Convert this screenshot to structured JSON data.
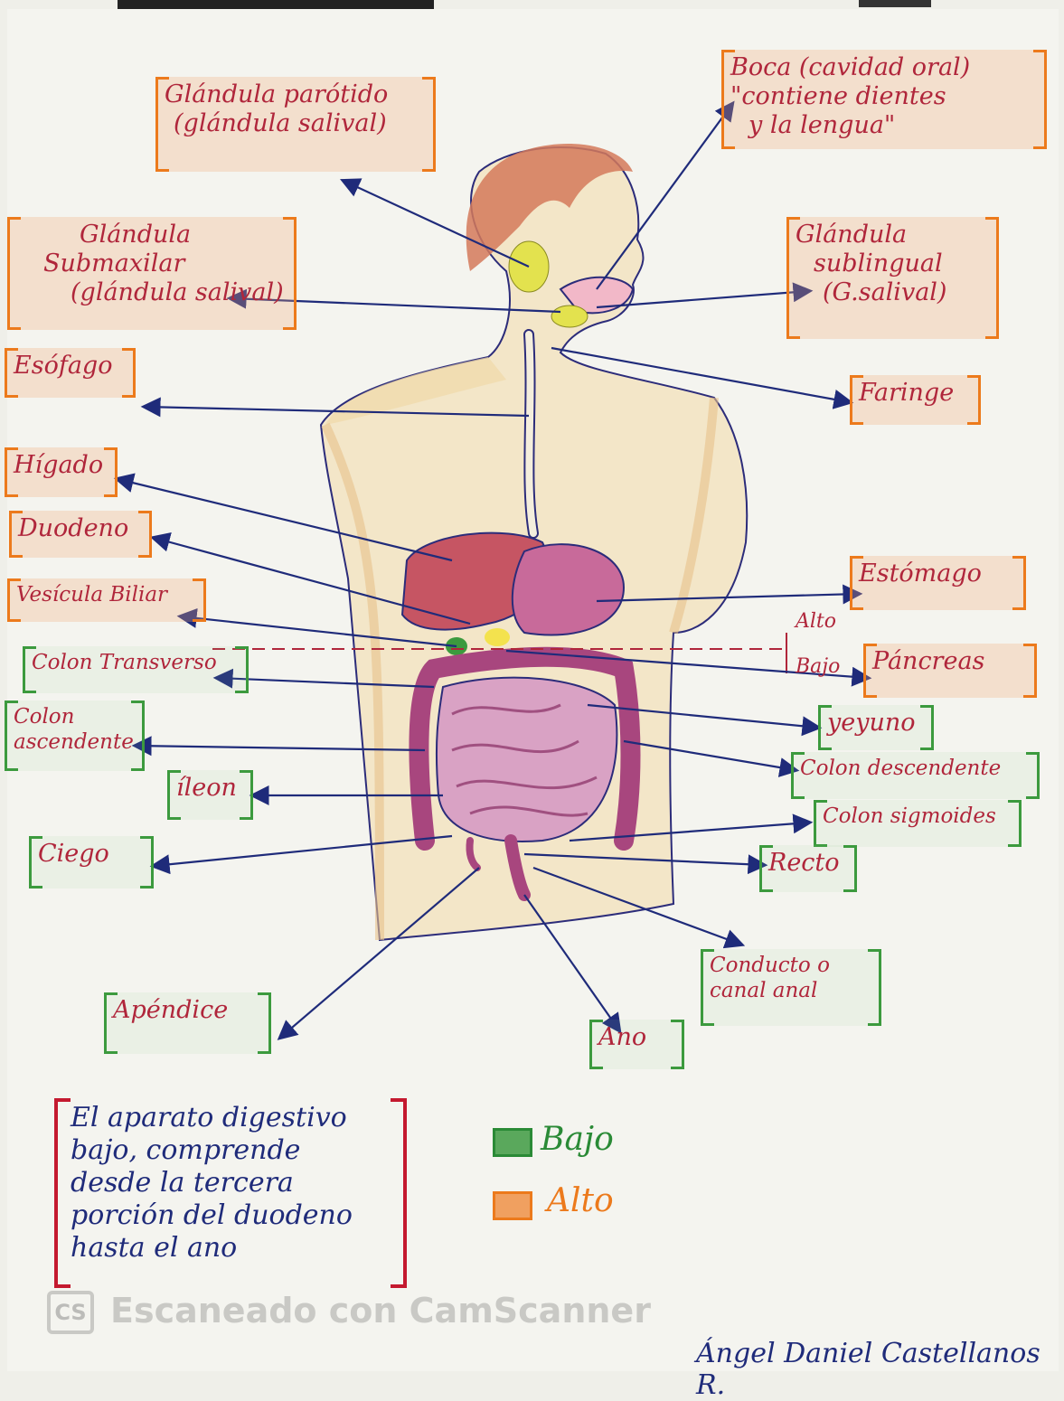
{
  "labels": {
    "parotida": [
      "Glándula parótido",
      "(glándula salival)"
    ],
    "boca": [
      "Boca (cavidad oral)",
      "\"contiene dientes",
      "y la lengua\""
    ],
    "submaxilar": [
      "Glándula",
      "Submaxilar",
      "(glándula salival)"
    ],
    "sublingual": [
      "Glándula",
      "sublingual",
      "(G.salival)"
    ],
    "esofago": "Esófago",
    "faringe": "Faringe",
    "higado": "Hígado",
    "duodeno": "Duodeno",
    "vesicula": "Vesícula Biliar",
    "estomago": "Estómago",
    "colon_transverso": "Colon Transverso",
    "pancreas": "Páncreas",
    "colon_ascendente": [
      "Colon",
      "ascendente"
    ],
    "yeyuno": "yeyuno",
    "colon_descendente": "Colon descendente",
    "ileon": "íleon",
    "colon_sigmoides": "Colon sigmoides",
    "ciego": "Ciego",
    "recto": "Recto",
    "conducto_anal": [
      "Conducto o",
      "canal anal"
    ],
    "apendice": "Apéndice",
    "ano": "Ano"
  },
  "level_markers": {
    "alto": "Alto",
    "bajo": "Bajo"
  },
  "note": [
    "El aparato digestivo",
    "bajo, comprende",
    "desde la tercera",
    "porción del duodeno",
    "hasta el ano"
  ],
  "legend": {
    "bajo": "Bajo",
    "alto": "Alto"
  },
  "colors": {
    "alto": "#ec7a1c",
    "bajo": "#3c9a3e",
    "ink": "#1f2b7a",
    "label": "#b0263b"
  },
  "watermark": {
    "logo": "CS",
    "text": "Escaneado con CamScanner"
  },
  "signature": "Ángel Daniel Castellanos R."
}
